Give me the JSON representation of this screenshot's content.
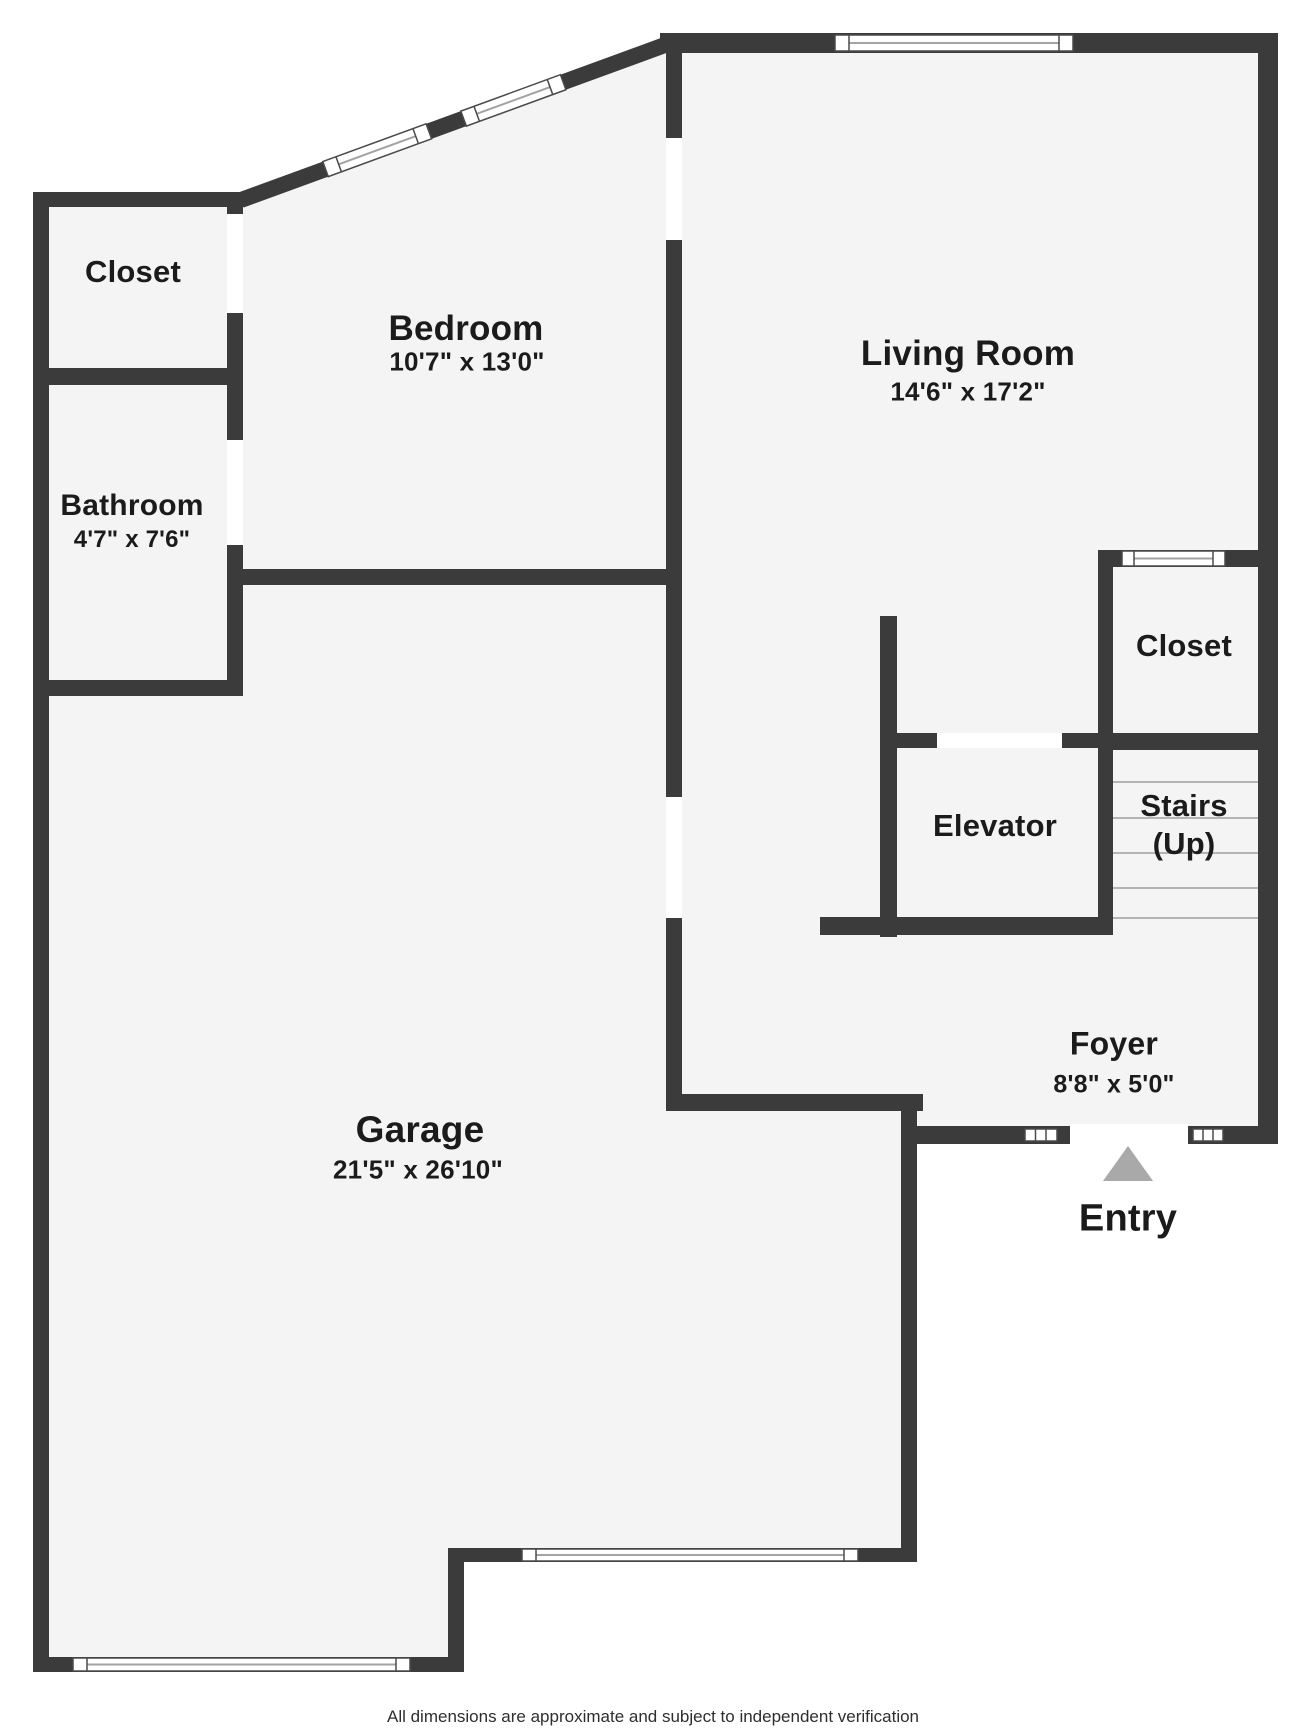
{
  "colors": {
    "wall": "#3b3b3b",
    "floor": "#f4f4f4",
    "window": "#ffffff",
    "window_line": "#a3a3a3",
    "tread": "#b4b4b4",
    "arrow": "#a9a9a9",
    "text": "#1b1b1b"
  },
  "rooms": {
    "closet_top_left": {
      "label": "Closet"
    },
    "bedroom": {
      "label": "Bedroom",
      "dim": "10'7\" x 13'0\""
    },
    "living_room": {
      "label": "Living Room",
      "dim": "14'6\" x 17'2\""
    },
    "bathroom": {
      "label": "Bathroom",
      "dim": "4'7\" x 7'6\""
    },
    "closet_right": {
      "label": "Closet"
    },
    "elevator": {
      "label": "Elevator"
    },
    "stairs": {
      "label": "Stairs",
      "sub": "(Up)"
    },
    "foyer": {
      "label": "Foyer",
      "dim": "8'8\" x 5'0\""
    },
    "garage": {
      "label": "Garage",
      "dim": "21'5\" x 26'10\""
    }
  },
  "entry": {
    "label": "Entry"
  },
  "footer": {
    "disclaimer": "All dimensions are approximate and subject to independent verification"
  }
}
